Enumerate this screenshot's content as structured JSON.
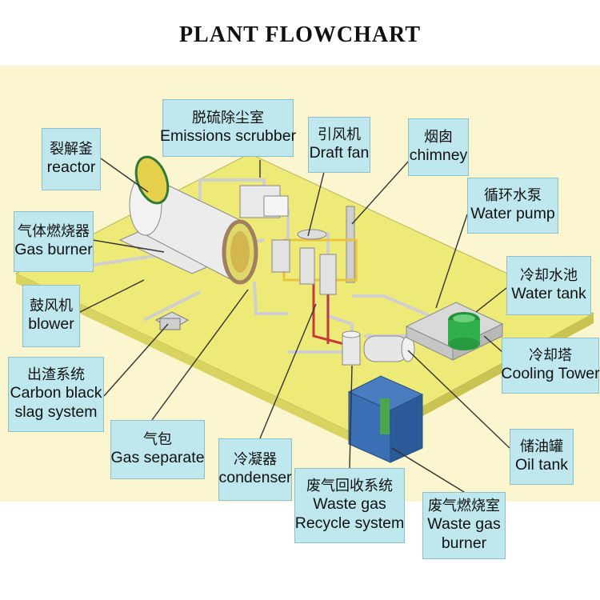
{
  "title": "PLANT FLOWCHART",
  "colors": {
    "background_panel": "#fbf6d0",
    "platform": "#f2ee82",
    "label_fill": "#bfe7ee",
    "pipe": "#d9d9d9",
    "pipe_red": "#c43a3a",
    "cooling_tower": "#2fb04a",
    "slag_box": "#3b6fb0"
  },
  "labels": {
    "reactor": {
      "zh": "裂解釜",
      "en": "reactor"
    },
    "scrubber": {
      "zh": "脱硫除尘室",
      "en": "Emissions scrubber"
    },
    "draft_fan": {
      "zh": "引风机",
      "en": "Draft fan"
    },
    "chimney": {
      "zh": "烟囱",
      "en": "chimney"
    },
    "water_pump": {
      "zh": "循环水泵",
      "en": "Water pump"
    },
    "gas_burner": {
      "zh": "气体燃烧器",
      "en": "Gas burner"
    },
    "water_tank": {
      "zh": "冷却水池",
      "en": "Water tank"
    },
    "blower": {
      "zh": "鼓风机",
      "en": "blower"
    },
    "cooling_tower": {
      "zh": "冷却塔",
      "en": "Cooling Tower"
    },
    "slag_system": {
      "zh": "出渣系统",
      "en1": "Carbon black",
      "en2": "slag system"
    },
    "oil_tank": {
      "zh": "储油罐",
      "en": "Oil tank"
    },
    "gas_separate": {
      "zh": "气包",
      "en": "Gas separate"
    },
    "condenser": {
      "zh": "冷凝器",
      "en": "condenser"
    },
    "waste_gas_recycle": {
      "zh": "废气回收系统",
      "en1": "Waste gas",
      "en2": "Recycle system"
    },
    "waste_gas_burner": {
      "zh": "废气燃烧室",
      "en1": "Waste gas",
      "en2": "burner"
    }
  }
}
